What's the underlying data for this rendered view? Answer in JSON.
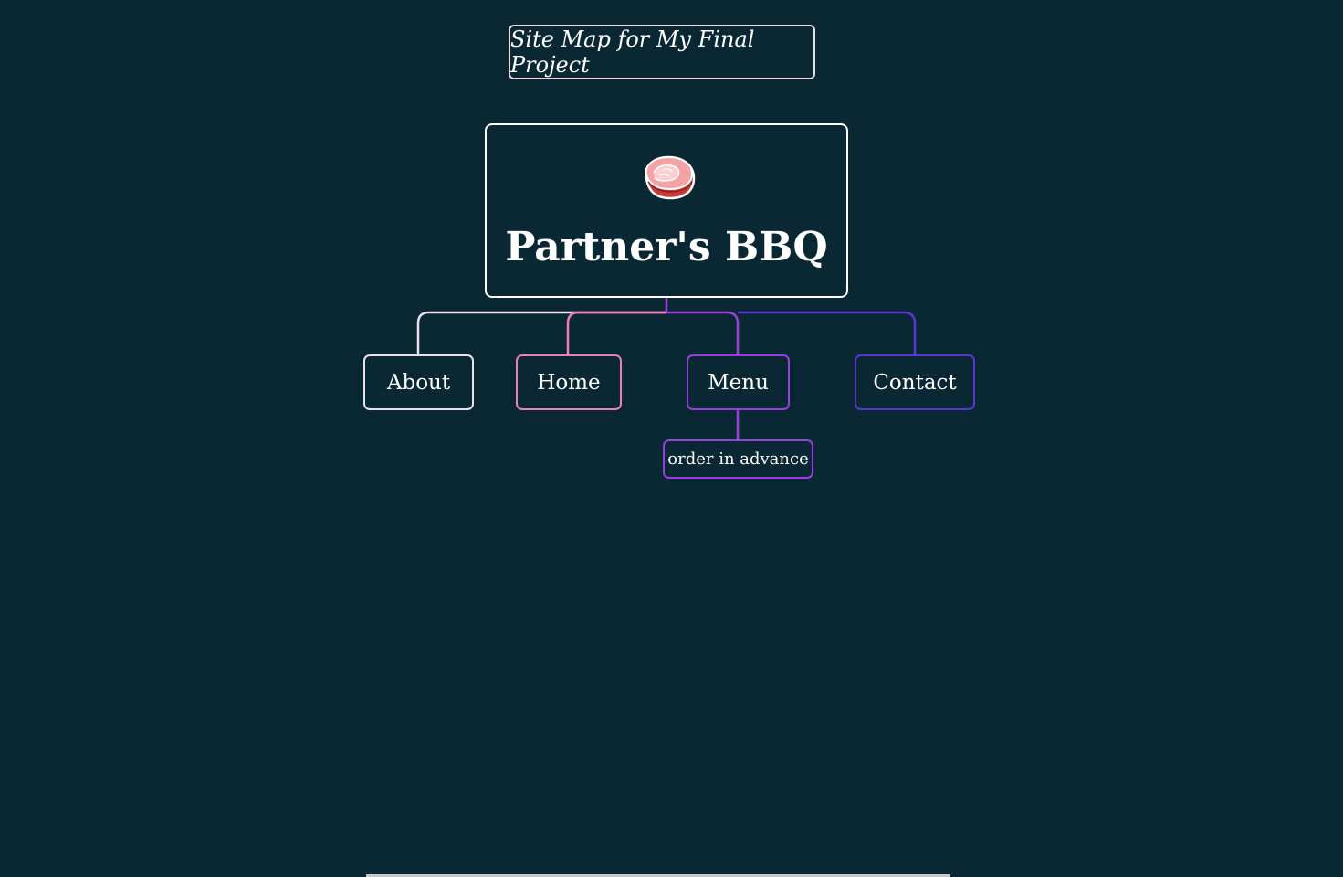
{
  "header": {
    "title": "Site Map for My Final Project"
  },
  "root": {
    "title": "Partner's BBQ",
    "icon": "steak-icon"
  },
  "pages": [
    {
      "label": "About",
      "color": "#e8e2ee"
    },
    {
      "label": "Home",
      "color": "#ee7fbf"
    },
    {
      "label": "Menu",
      "color": "#9b3de0"
    },
    {
      "label": "Contact",
      "color": "#5a35d6"
    }
  ],
  "subpages": [
    {
      "label": "order in advance",
      "parent": "Menu",
      "color": "#9b3de0"
    }
  ],
  "theme": {
    "background": "#0a2833",
    "text": "#ffffff"
  }
}
